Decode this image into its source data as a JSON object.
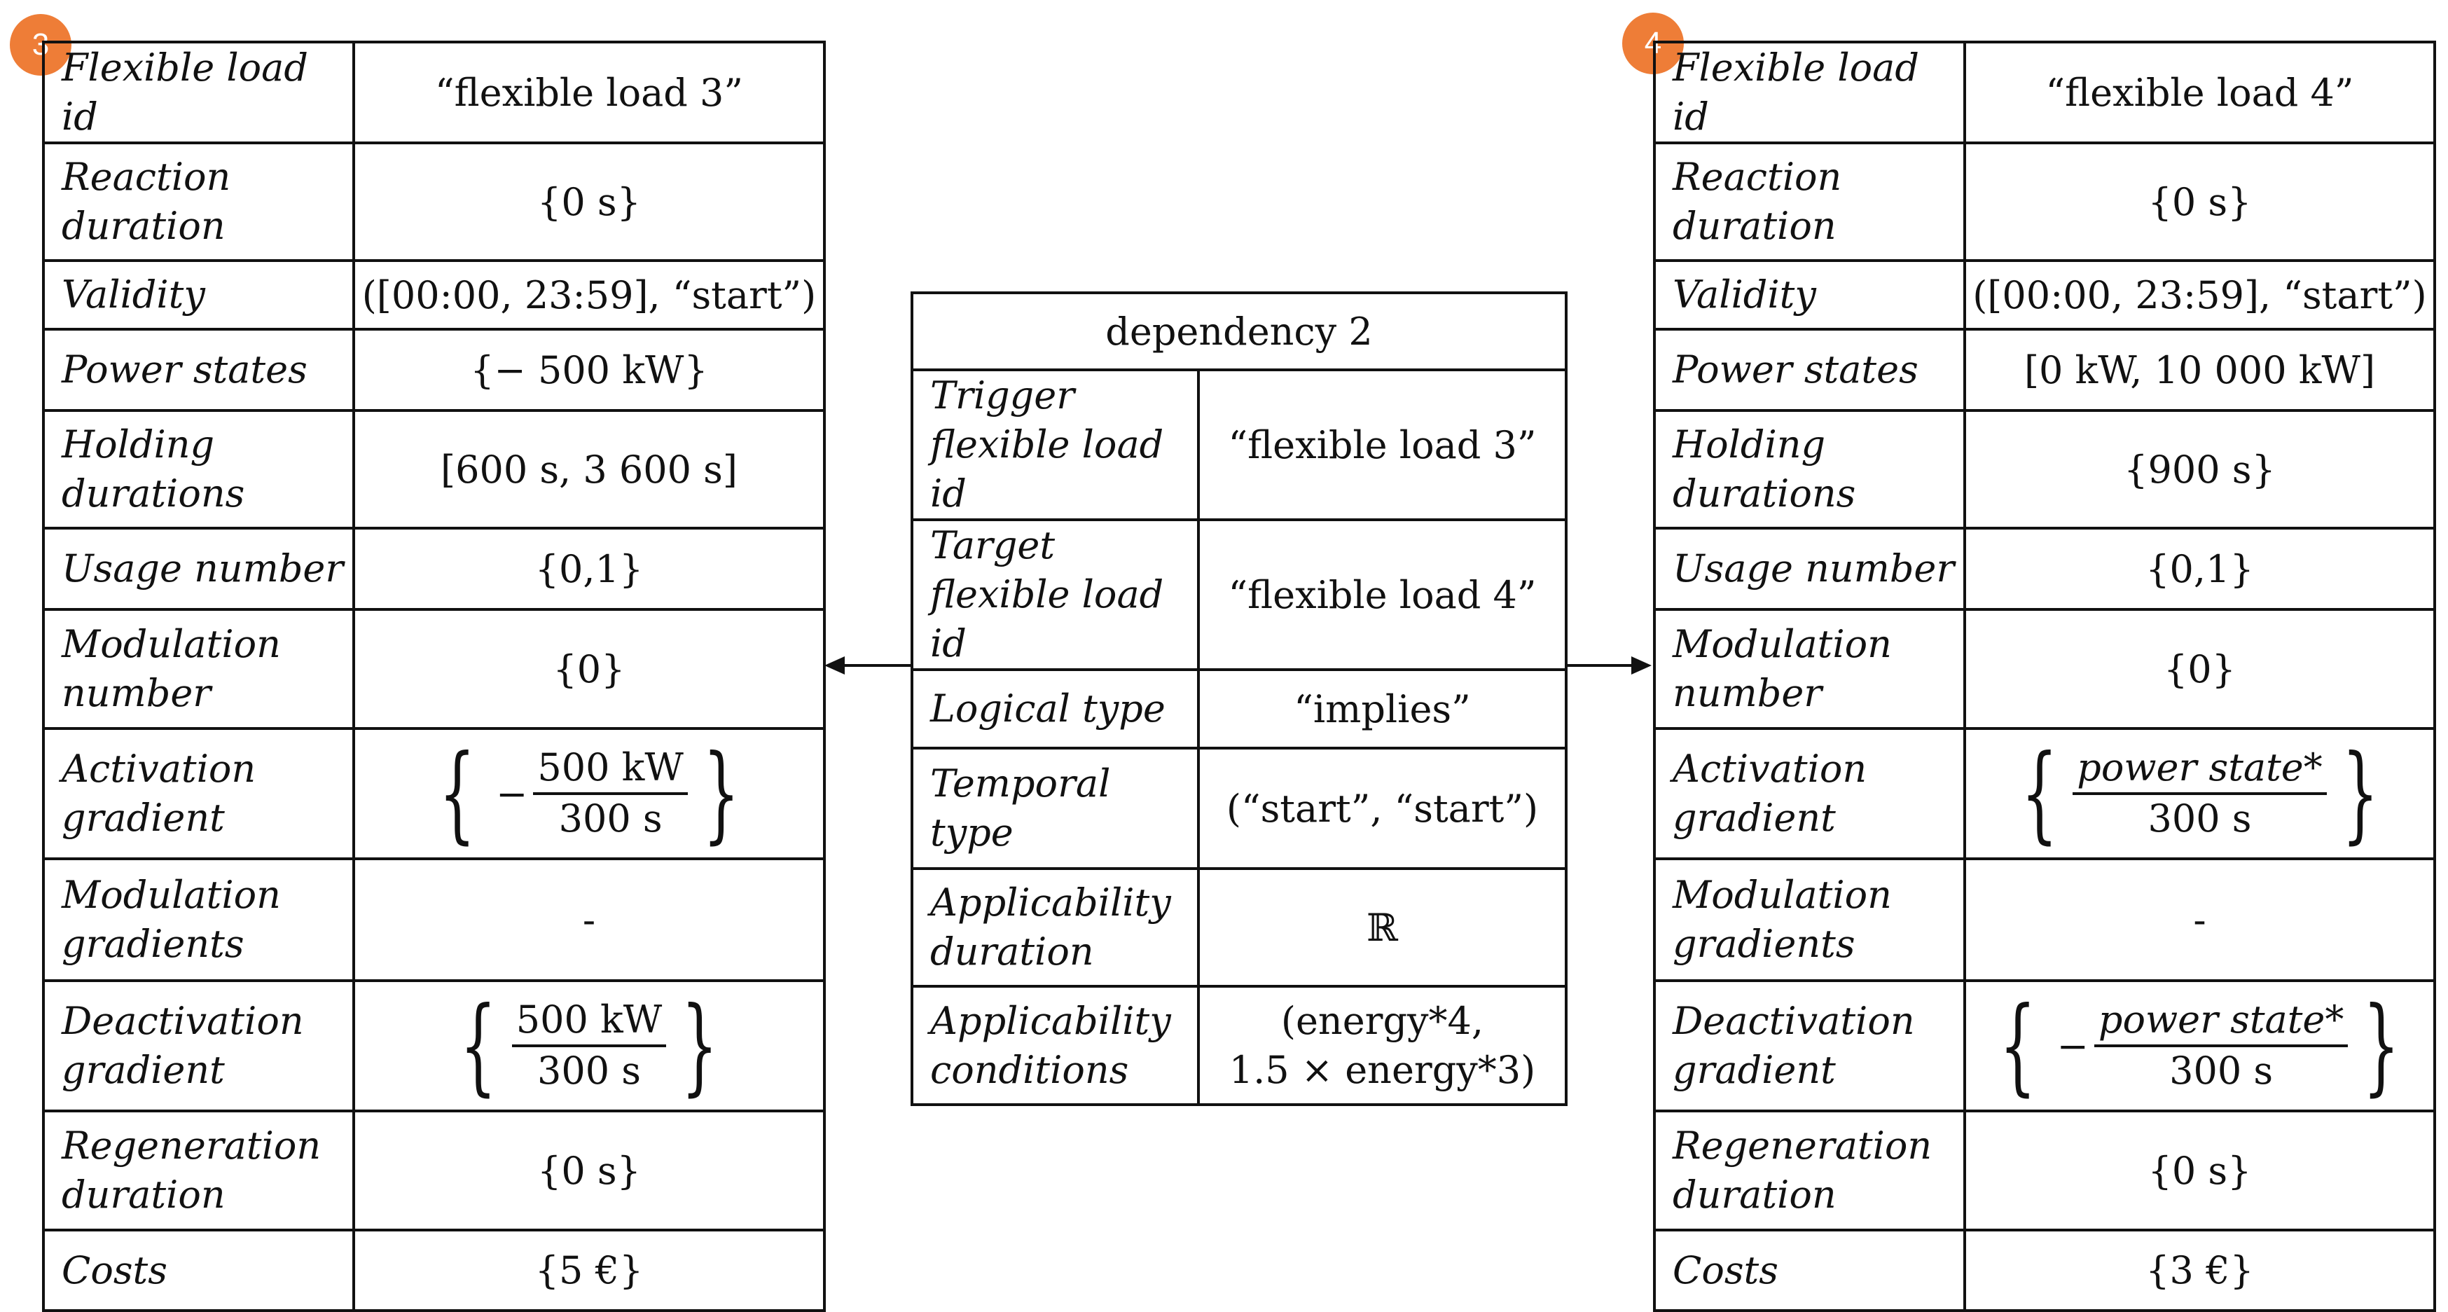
{
  "load3": {
    "badge": "3",
    "rows": [
      {
        "key": "Flexible load id",
        "value": "“flexible load 3”"
      },
      {
        "key": "Reaction duration",
        "value": "{0 s}"
      },
      {
        "key": "Validity",
        "value": "([00:00, 23:59], “start”)"
      },
      {
        "key": "Power states",
        "value": "{− 500 kW}"
      },
      {
        "key": "Holding durations",
        "value": "[600 s, 3 600 s]"
      },
      {
        "key": "Usage number",
        "value": "{0,1}"
      },
      {
        "key": "Modulation number",
        "value": "{0}"
      },
      {
        "key": "Activation gradient",
        "sign": "−",
        "numerator": "500 kW",
        "denominator": "300 s"
      },
      {
        "key": "Modulation gradients",
        "value": "-"
      },
      {
        "key": "Deactivation gradient",
        "numerator": "500 kW",
        "denominator": "300 s"
      },
      {
        "key": "Regeneration duration",
        "value": "{0 s}"
      },
      {
        "key": "Costs",
        "value": "{5 €}"
      }
    ]
  },
  "load4": {
    "badge": "4",
    "rows": [
      {
        "key": "Flexible load id",
        "value": "“flexible load 4”"
      },
      {
        "key": "Reaction duration",
        "value": "{0 s}"
      },
      {
        "key": "Validity",
        "value": "([00:00, 23:59], “start”)"
      },
      {
        "key": "Power states",
        "value": "[0 kW, 10 000 kW]"
      },
      {
        "key": "Holding durations",
        "value": "{900 s}"
      },
      {
        "key": "Usage number",
        "value": "{0,1}"
      },
      {
        "key": "Modulation number",
        "value": "{0}"
      },
      {
        "key": "Activation gradient",
        "numerator": "power state*",
        "denominator": "300 s"
      },
      {
        "key": "Modulation gradients",
        "value": "-"
      },
      {
        "key": "Deactivation gradient",
        "sign": "−",
        "numerator": "power state*",
        "denominator": "300 s"
      },
      {
        "key": "Regeneration duration",
        "value": "{0 s}"
      },
      {
        "key": "Costs",
        "value": "{3 €}"
      }
    ]
  },
  "dependency": {
    "title": "dependency 2",
    "rows": [
      {
        "key": "Trigger flexible load id",
        "value": "“flexible load 3”"
      },
      {
        "key": "Target flexible load id",
        "value": "“flexible load 4”"
      },
      {
        "key": "Logical type",
        "value": "“implies”"
      },
      {
        "key": "Temporal type",
        "value": "(“start”, “start”)"
      },
      {
        "key": "Applicability duration",
        "value": "ℝ"
      },
      {
        "key": "Applicability conditions",
        "value_line1": "(energy*4,",
        "value_line2": "1.5 × energy*3)"
      }
    ]
  },
  "colors": {
    "badge": "#ee7d37",
    "line": "#111111"
  }
}
